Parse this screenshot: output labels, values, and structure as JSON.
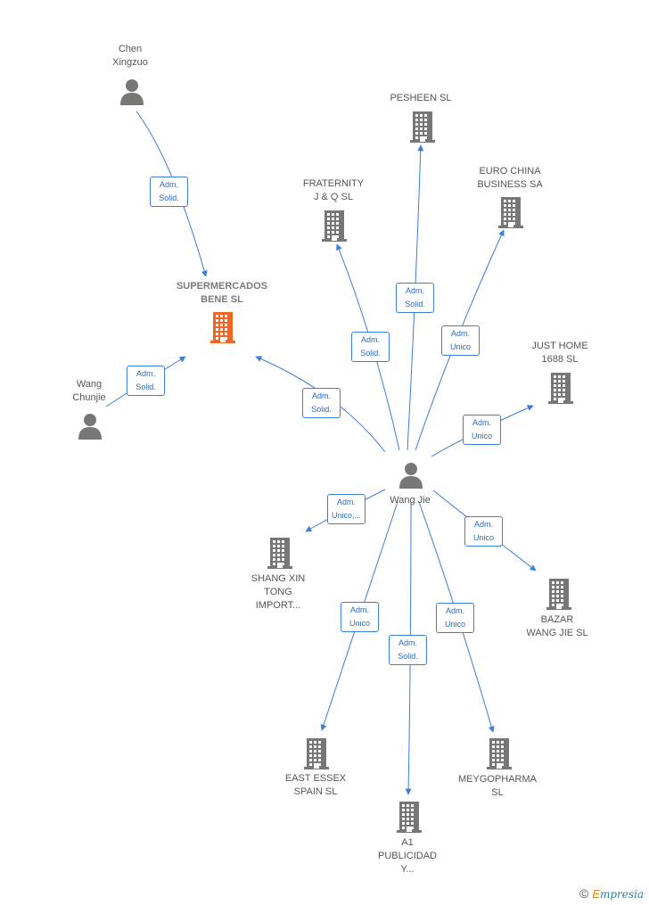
{
  "colors": {
    "edge": "#3b7dd8",
    "node_icon": "#777777",
    "main_company": "#f26522"
  },
  "nodes": {
    "chen": {
      "type": "person",
      "label": [
        "Chen",
        "Xingzuo"
      ]
    },
    "wang_chunjie": {
      "type": "person",
      "label": [
        "Wang",
        "Chunjie"
      ]
    },
    "supermercados": {
      "type": "company-main",
      "label": [
        "SUPERMERCADOS",
        "BENE  SL"
      ]
    },
    "pesheen": {
      "type": "company",
      "label": [
        "PESHEEN  SL"
      ]
    },
    "fraternity": {
      "type": "company",
      "label": [
        "FRATERNITY",
        "J & Q  SL"
      ]
    },
    "euro_china": {
      "type": "company",
      "label": [
        "EURO CHINA",
        "BUSINESS SA"
      ]
    },
    "just_home": {
      "type": "company",
      "label": [
        "JUST HOME",
        "1688  SL"
      ]
    },
    "wang_jie": {
      "type": "person",
      "label": [
        "Wang Jie"
      ]
    },
    "shang_xin": {
      "type": "company",
      "label": [
        "SHANG XIN",
        "TONG",
        "IMPORT..."
      ]
    },
    "bazar": {
      "type": "company",
      "label": [
        "BAZAR",
        "WANG JIE SL"
      ]
    },
    "east_essex": {
      "type": "company",
      "label": [
        "EAST ESSEX",
        "SPAIN  SL"
      ]
    },
    "a1": {
      "type": "company",
      "label": [
        "A1",
        "PUBLICIDAD",
        "Y..."
      ]
    },
    "meygopharma": {
      "type": "company",
      "label": [
        "MEYGOPHARMA",
        "SL"
      ]
    }
  },
  "edges": [
    {
      "from": "chen",
      "to": "supermercados",
      "label": [
        "Adm.",
        "Solid."
      ]
    },
    {
      "from": "wang_chunjie",
      "to": "supermercados",
      "label": [
        "Adm.",
        "Solid."
      ]
    },
    {
      "from": "wang_jie",
      "to": "supermercados",
      "label": [
        "Adm.",
        "Solid."
      ]
    },
    {
      "from": "wang_jie",
      "to": "fraternity",
      "label": [
        "Adm.",
        "Solid."
      ]
    },
    {
      "from": "wang_jie",
      "to": "pesheen",
      "label": [
        "Adm.",
        "Solid."
      ]
    },
    {
      "from": "wang_jie",
      "to": "euro_china",
      "label": [
        "Adm.",
        "Unico"
      ]
    },
    {
      "from": "wang_jie",
      "to": "just_home",
      "label": [
        "Adm.",
        "Unico"
      ]
    },
    {
      "from": "wang_jie",
      "to": "shang_xin",
      "label": [
        "Adm.",
        "Unico,..."
      ]
    },
    {
      "from": "wang_jie",
      "to": "bazar",
      "label": [
        "Adm.",
        "Unico"
      ]
    },
    {
      "from": "wang_jie",
      "to": "east_essex",
      "label": [
        "Adm.",
        "Unico"
      ]
    },
    {
      "from": "wang_jie",
      "to": "a1",
      "label": [
        "Adm.",
        "Solid."
      ]
    },
    {
      "from": "wang_jie",
      "to": "meygopharma",
      "label": [
        "Adm.",
        "Unico"
      ]
    }
  ],
  "footer": {
    "copyright": "©",
    "brand_e": "E",
    "brand_rest": "mpresia"
  }
}
